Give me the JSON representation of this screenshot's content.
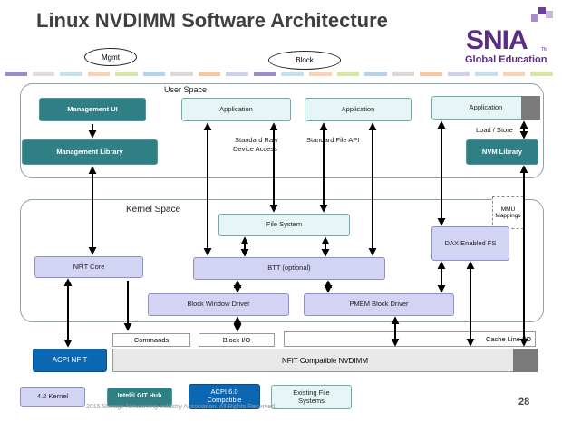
{
  "title": "Linux NVDIMM Software Architecture",
  "logo": {
    "main": "SNIA",
    "tm": "TM",
    "sub": "Global Education",
    "color": "#5b2c83"
  },
  "ovals": {
    "mgmt": "Mgmt",
    "block": "Block"
  },
  "stripe_colors": [
    "#9b8fc7",
    "#dcdcdc",
    "#c4e1ea",
    "#f6d3b7",
    "#d9e4a8",
    "#b7d3ea",
    "#d9d9d9",
    "#f3c9a4",
    "#cfcfe8",
    "#9b8fc7",
    "#c4e1ea",
    "#f6d3b7",
    "#d9e4a8",
    "#b7d3ea",
    "#d9d9d9",
    "#f3c9a4",
    "#cfcfe8",
    "#c4e1ea",
    "#f6d3b7",
    "#d9e4a8"
  ],
  "user_space": {
    "label": "User Space",
    "management_ui": "Management UI",
    "management_library": "Management Library",
    "application_1": "Application",
    "application_2": "Application",
    "application_3": "Application",
    "nvm_library": "NVM Library",
    "standard_raw_line1": "Standard Raw",
    "standard_raw_line2": "Device Access",
    "standard_file_api": "Standard File API",
    "load_store": "Load / Store"
  },
  "kernel_space": {
    "label": "Kernel Space",
    "mmu_line1": "MMU",
    "mmu_line2": "Mappings",
    "file_system": "File System",
    "nfit_core": "NFIT Core",
    "btt": "BTT (optional)",
    "dax_fs": "DAX Enabled FS",
    "block_window_driver": "Block Window Driver",
    "pmem_block_driver": "PMEM Block Driver"
  },
  "hardware": {
    "commands": "Commands",
    "block_io": "Block I/O",
    "cache_line_io": "Cache Line I/O",
    "acpi_nfit": "ACPI NFIT",
    "nvdimm": "NFIT Compatible NVDIMM"
  },
  "legend": {
    "kernel_42": "4.2 Kernel",
    "intel_git": "Intel® GIT Hub",
    "acpi_60_line1": "ACPI  6.0",
    "acpi_60_line2": "Compatible",
    "existing_fs_line1": "Existing File",
    "existing_fs_line2": "Systems"
  },
  "footer": "2015 Storage Networking Industry Association. All Rights Reserved.",
  "page_number": "28"
}
